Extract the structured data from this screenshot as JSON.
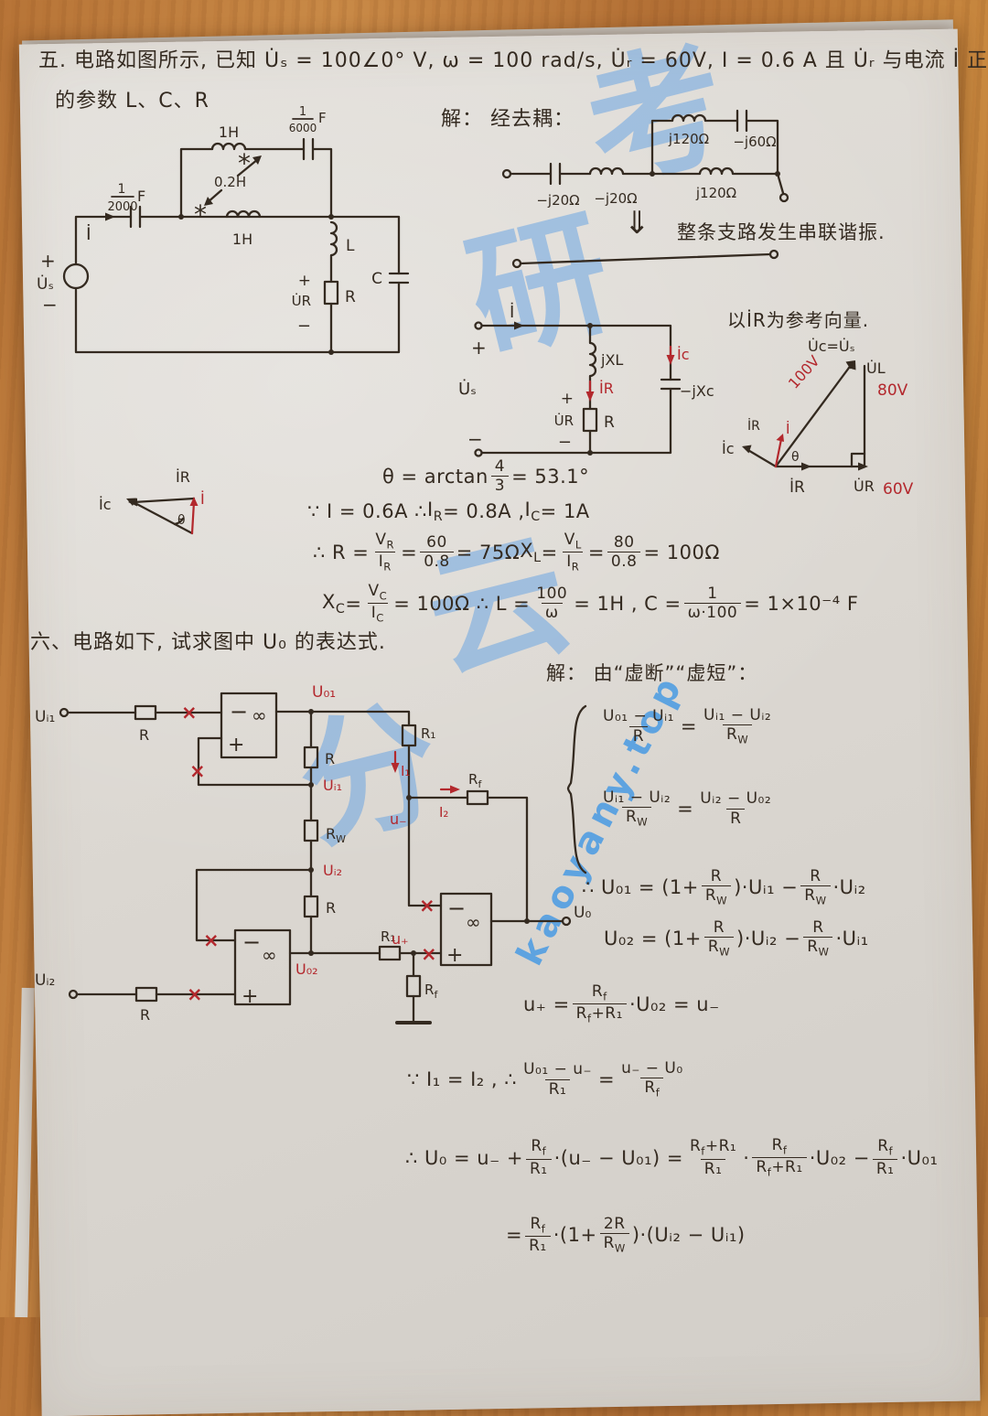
{
  "page": {
    "wm_chars": [
      "考",
      "研",
      "云",
      "分"
    ],
    "wm_url": "kaoyany.top"
  },
  "p5": {
    "line1": "五. 电路如图所示, 已知 U̇ₛ = 100∠0° V,  ω = 100 rad/s,  U̇ᵣ = 60V,  I = 0.6 A  且 U̇ᵣ 与电流 İ 正交, 试求图中",
    "line2": "的参数 L、C、R",
    "sol_head": "解：  经去耦：",
    "dbl_arrow": "⇓",
    "resonance": "整条支路发生串联谐振.",
    "phasor_title": "以İR为参考向量.",
    "eq_theta": [
      "θ = arctan ",
      {
        "f": [
          "4",
          "3"
        ]
      },
      " = 53.1°"
    ],
    "eq_i": [
      "∵ I = 0.6A     ∴ ",
      {
        "sub": [
          "I",
          "R"
        ]
      },
      " = 0.8A ,   ",
      {
        "sub": [
          "I",
          "C"
        ]
      },
      " = 1A"
    ],
    "eq_r": [
      "∴ R = ",
      {
        "f": [
          [
            {
              "sub": [
                "V",
                "R"
              ]
            }
          ],
          [
            {
              "sub": [
                "I",
                "R"
              ]
            }
          ]
        ]
      },
      " = ",
      {
        "f": [
          "60",
          "0.8"
        ]
      },
      " = 75Ω       ",
      {
        "sub": [
          "X",
          "L"
        ]
      },
      " = ",
      {
        "f": [
          [
            {
              "sub": [
                "V",
                "L"
              ]
            }
          ],
          [
            {
              "sub": [
                "I",
                "R"
              ]
            }
          ]
        ]
      },
      " = ",
      {
        "f": [
          "80",
          "0.8"
        ]
      },
      " = 100Ω"
    ],
    "eq_xc": [
      {
        "sub": [
          "X",
          "C"
        ]
      },
      " = ",
      {
        "f": [
          [
            {
              "sub": [
                "V",
                "C"
              ]
            }
          ],
          [
            {
              "sub": [
                "I",
                "C"
              ]
            }
          ]
        ]
      },
      " = 100Ω      ∴ L = ",
      {
        "f": [
          "100",
          "ω"
        ]
      },
      " = 1H ,  C = ",
      {
        "f": [
          "1",
          "ω·100"
        ]
      },
      " = 1×10⁻⁴ F"
    ]
  },
  "c1": {
    "cap_left_num": "1",
    "cap_left_den": "2000",
    "cap_left_unit": "F",
    "cap_top_num": "1",
    "cap_top_den": "6000",
    "cap_top_unit": "F",
    "ind_top": "1H",
    "ind_bot": "1H",
    "mutual": "0.2H",
    "star": "*",
    "i": "İ",
    "plus": "+",
    "minus": "−",
    "us": "U̇ₛ",
    "L": "L",
    "R": "R",
    "urp": "+",
    "ur": "U̇R",
    "urm": "−",
    "C": "C"
  },
  "c2": {
    "z1": "−j20Ω",
    "z2": "−j20Ω",
    "z3": "j120Ω",
    "z4": "−j60Ω",
    "z5": "j120Ω"
  },
  "c3": {
    "i": "İ",
    "plus": "+",
    "minus": "−",
    "us": "U̇ₛ",
    "jxl": "jXL",
    "ir": "İR",
    "r": "R",
    "urp": "+",
    "ur": "U̇R",
    "urm": "−",
    "ic": "İc",
    "jxc": "−jXc"
  },
  "phr": {
    "ucus": "U̇c=U̇ₛ",
    "v100": "100V",
    "ul": "U̇L",
    "v80": "80V",
    "ur": "U̇R",
    "v60": "60V",
    "ir": "İR",
    "ir2": "İR",
    "i": "İ",
    "ic": "İc",
    "theta": "θ"
  },
  "phl": {
    "ic": "İc",
    "ir": "İR",
    "i": "İ",
    "theta": "θ"
  },
  "p6": {
    "title": "六、电路如下, 试求图中 U₀ 的表达式.",
    "sol_head": "解：  由“虚断”“虚短”：",
    "sys1": [
      {
        "f": [
          "U₀₁ − Uᵢ₁",
          "R"
        ]
      },
      "  =  ",
      {
        "f": [
          [
            "Uᵢ₁ − Uᵢ₂"
          ],
          [
            {
              "sub": [
                "R",
                "W"
              ]
            }
          ]
        ]
      }
    ],
    "sys2": [
      {
        "f": [
          [
            "Uᵢ₁ − Uᵢ₂"
          ],
          [
            {
              "sub": [
                "R",
                "W"
              ]
            }
          ]
        ]
      },
      "  =  ",
      {
        "f": [
          "Uᵢ₂ − U₀₂",
          "R"
        ]
      }
    ],
    "eq_u01": [
      "∴  U₀₁ = (1+",
      {
        "f": [
          [
            "R"
          ],
          [
            {
              "sub": [
                "R",
                "W"
              ]
            }
          ]
        ]
      },
      ")·Uᵢ₁ − ",
      {
        "f": [
          [
            "R"
          ],
          [
            {
              "sub": [
                "R",
                "W"
              ]
            }
          ]
        ]
      },
      "·Uᵢ₂"
    ],
    "eq_u02": [
      "U₀₂ = (1+",
      {
        "f": [
          [
            "R"
          ],
          [
            {
              "sub": [
                "R",
                "W"
              ]
            }
          ]
        ]
      },
      ")·Uᵢ₂ − ",
      {
        "f": [
          [
            "R"
          ],
          [
            {
              "sub": [
                "R",
                "W"
              ]
            }
          ]
        ]
      },
      "·Uᵢ₁"
    ],
    "eq_up": [
      "u₊ = ",
      {
        "f": [
          [
            {
              "sub": [
                "R",
                "f"
              ]
            }
          ],
          [
            {
              "sub": [
                "R",
                "f"
              ]
            },
            "+R₁"
          ]
        ]
      },
      "·U₀₂  =  u₋"
    ],
    "eq_i12": [
      "∵ I₁ = I₂ ,    ∴ ",
      {
        "f": [
          "U₀₁ − u₋",
          "R₁"
        ]
      },
      " = ",
      {
        "f": [
          [
            "u₋ − U₀"
          ],
          [
            {
              "sub": [
                "R",
                "f"
              ]
            }
          ]
        ]
      }
    ],
    "eq_uo": [
      "∴ U₀ = u₋ + ",
      {
        "f": [
          [
            {
              "sub": [
                "R",
                "f"
              ]
            }
          ],
          [
            "R₁"
          ]
        ]
      },
      "·(u₋ − U₀₁) = ",
      {
        "f": [
          [
            {
              "sub": [
                "R",
                "f"
              ]
            },
            "+R₁"
          ],
          [
            "R₁"
          ]
        ]
      },
      "·",
      {
        "f": [
          [
            {
              "sub": [
                "R",
                "f"
              ]
            }
          ],
          [
            {
              "sub": [
                "R",
                "f"
              ]
            },
            "+R₁"
          ]
        ]
      },
      "·U₀₂ − ",
      {
        "f": [
          [
            {
              "sub": [
                "R",
                "f"
              ]
            }
          ],
          [
            "R₁"
          ]
        ]
      },
      "·U₀₁"
    ],
    "eq_fin": [
      "=  ",
      {
        "f": [
          [
            {
              "sub": [
                "R",
                "f"
              ]
            }
          ],
          [
            "R₁"
          ]
        ]
      },
      "·(1+",
      {
        "f": [
          [
            "2R"
          ],
          [
            {
              "sub": [
                "R",
                "W"
              ]
            }
          ]
        ]
      },
      ")·(Uᵢ₂ − Uᵢ₁)"
    ]
  },
  "c6": {
    "in1": "Uᵢ₁",
    "in2": "Uᵢ₂",
    "r": "R",
    "r1": "R₁",
    "rw_b": "R",
    "rw_s": "W",
    "rf_b": "R",
    "rf_s": "f",
    "u01": "U₀₁",
    "u02": "U₀₂",
    "ui1": "Uᵢ₁",
    "ui2": "Uᵢ₂",
    "um": "u₋",
    "up": "u₊",
    "uo": "U₀",
    "i1": "I₁",
    "i2": "I₂",
    "minus": "−",
    "plus": "+",
    "inf": "∞",
    "x": "×"
  }
}
